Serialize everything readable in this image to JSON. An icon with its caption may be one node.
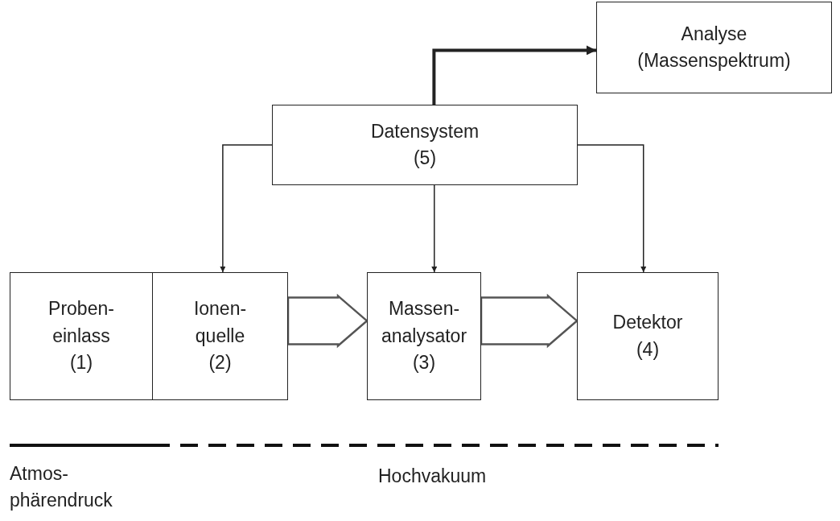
{
  "diagram": {
    "nodes": [
      {
        "text": [
          "Analyse (Massenspektrum)"
        ]
      },
      {
        "text": [
          "Datensystem (5)"
        ]
      },
      {
        "text": [
          "Proben- einlass (1)"
        ]
      },
      {
        "text": [
          "Ionen- quelle (2)"
        ]
      },
      {
        "text": [
          "Massen- analysator (3)"
        ]
      },
      {
        "text": [
          "Detektor (4)"
        ]
      }
    ],
    "edges": [
      {
        "from": 1,
        "to": 0,
        "arrow": "to",
        "style": "thick"
      },
      {
        "from": 1,
        "to": 3,
        "arrow": "to"
      },
      {
        "from": 1,
        "to": 4,
        "arrow": "to"
      },
      {
        "from": 1,
        "to": 5,
        "arrow": "to"
      },
      {
        "from": 3,
        "to": 4,
        "arrow": "to",
        "style": "thick"
      },
      {
        "from": 4,
        "to": 5,
        "arrow": "to",
        "style": "thick"
      }
    ],
    "labels": [
      "Atmos- phärendruck",
      "Hochvakuum"
    ]
  }
}
